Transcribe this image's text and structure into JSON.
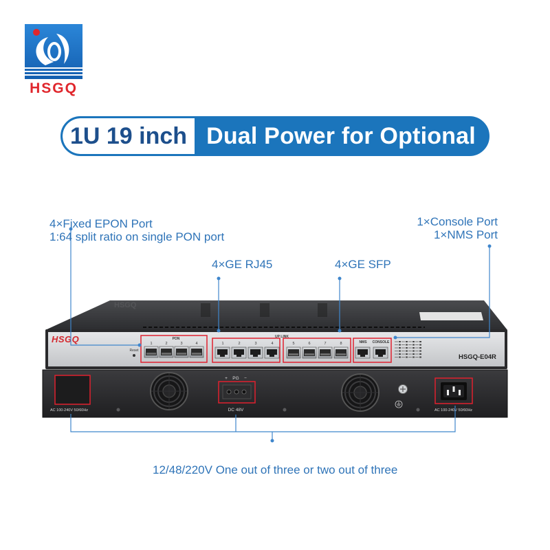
{
  "logo": {
    "text": "HSGQ",
    "brand_color": "#e0262c",
    "tile_color": "#1b6fc2"
  },
  "banner": {
    "left": "1U 19 inch",
    "right": "Dual Power for Optional",
    "accent": "#1b75bc"
  },
  "callouts": {
    "epon": {
      "line1": "4×Fixed EPON Port",
      "line2": "1:64 split ratio on single PON port"
    },
    "rj45": "4×GE RJ45",
    "sfp": "4×GE SFP",
    "console": {
      "line1": "1×Console Port",
      "line2": "1×NMS Port"
    },
    "power": "12/48/220V One out of three or two out of three"
  },
  "device": {
    "top_label": "HSGQ",
    "front": {
      "brand": "HSGQ",
      "model": "HSGQ-E04R",
      "reset": "Reset",
      "pon_label": "PON",
      "pon_ports": [
        "1",
        "2",
        "3",
        "4"
      ],
      "uplink_label": "UP LINK",
      "rj45_ports": [
        "1",
        "2",
        "3",
        "4"
      ],
      "sfp_ports": [
        "5",
        "6",
        "7",
        "8"
      ],
      "nms_label": "NMS",
      "console_label": "CONSOLE"
    },
    "rear": {
      "dc_plus": "+",
      "dc_pg": "PG",
      "dc_minus": "−",
      "dc_label": "DC 48V",
      "ac_left_label": "AC 100-240V 50/60Hz",
      "ac_right_label": "AC 100-240V 50/60Hz"
    }
  },
  "colors": {
    "callout_text": "#2f74b8",
    "callout_line": "#3f86cc",
    "highlight_box": "#e0202e",
    "brand_red": "#d3282e"
  }
}
